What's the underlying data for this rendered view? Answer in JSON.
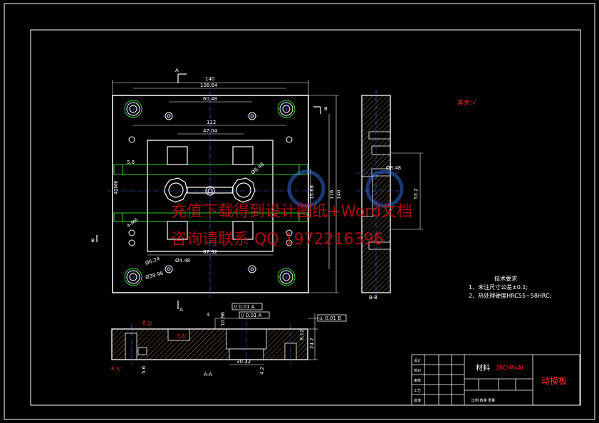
{
  "drawing": {
    "plan_dims": {
      "d140": "140",
      "d10864": "108.64",
      "d6048": "60.48",
      "d112": "112",
      "d4704": "47.04",
      "d8792": "87.92",
      "d56": "5.6",
      "d42m6": "42M6",
      "d4m6": "4-M6",
      "d6624": "Ø6.24",
      "d4448": "Ø4.48",
      "d3996": "Ø39.96",
      "d8448": "Ø8.48",
      "d116": "116",
      "d140r": "140",
      "d1568": "15.68",
      "d532": "53.2"
    },
    "section_labels": {
      "a_top": "A",
      "a_bottom": "A",
      "b_top": "B",
      "b_bottom": "B",
      "aa": "A-A",
      "bb": "B-B"
    },
    "red_marks": {
      "other": "其余:√",
      "ra1": "6.3/",
      "ra2": "3.2/",
      "ra3": "6.3/"
    },
    "tolerance": {
      "t1": "// 0.01 A",
      "t2": "// 0.01 A",
      "t3": "⊥ 0.01 B"
    },
    "front_dims": {
      "d56": "5.6",
      "d4": "4",
      "d1096": "10.96",
      "d812": "8.12",
      "d242": "24.2",
      "d3032": "30.32",
      "d42": "4.2"
    },
    "tech": {
      "title": "技术要求",
      "line1": "1、未注尺寸公差±0.1;",
      "line2": "2、热处理硬度HRC55~58HRC;"
    },
    "title_block": {
      "material_label": "材料",
      "material_value": "38CrMoAl",
      "part_name": "动模板",
      "rows": [
        "设计",
        "校对",
        "审核",
        "工艺",
        "批准"
      ],
      "scale_row": "比例 数量 重量"
    },
    "watermark": {
      "line1": "充值下载得到设计图纸+Word文档",
      "line2": "咨询请联系  QQ  1972216396"
    },
    "colors": {
      "background": "#000000",
      "line": "#ffffff",
      "hatch": "#c8a07a",
      "green": "#2bd42b",
      "blue": "#3f7cff",
      "red": "#ff2a2a"
    }
  }
}
